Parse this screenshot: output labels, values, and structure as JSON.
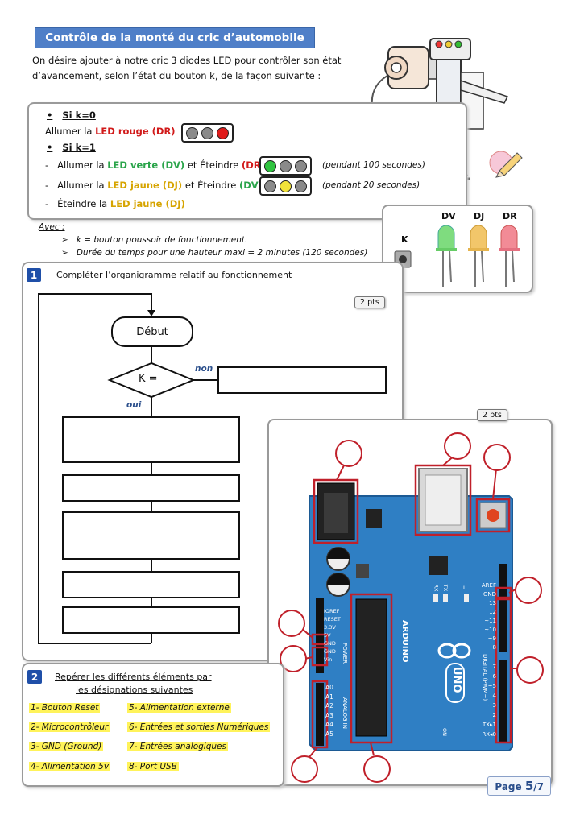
{
  "header": {
    "title": "Contrôle de la monté du cric d’automobile",
    "intro_line1": "On désire ajouter à notre cric 3 diodes LED pour contrôler son état",
    "intro_line2": "d’avancement, selon l’état du bouton k, de la façon suivante :"
  },
  "rules": {
    "case0": "Si k=0",
    "case0_action_a": "Allumer la ",
    "case0_action_b": "LED rouge (DR)",
    "case1": "Si k=1",
    "dash": "-",
    "line1_a": "Allumer la ",
    "line1_b": "LED verte (DV)",
    "line1_c": " et Éteindre ",
    "line1_d": "(DR)",
    "line1_note": "(pendant 100 secondes)",
    "line2_a": "Allumer la ",
    "line2_b": "LED jaune (DJ)",
    "line2_c": " et Éteindre ",
    "line2_d": "(DV)",
    "line2_note": "(pendant 20 secondes)",
    "line3_a": "Éteindre la ",
    "line3_b": "LED jaune (DJ)"
  },
  "led_card": {
    "k_label": "K",
    "dv_label": "DV",
    "dj_label": "DJ",
    "dr_label": "DR"
  },
  "avec": {
    "label": "Avec :",
    "bullet": "➢",
    "item1": "k = bouton poussoir de fonctionnement.",
    "item2": "Durée du temps pour une hauteur maxi = 2 minutes (120 secondes)"
  },
  "section1": {
    "number": "1",
    "heading": "Compléter l’organigramme relatif au fonctionnement",
    "points": "2 pts",
    "start_label": "Début",
    "decision_label": "K =",
    "no_label": "non",
    "yes_label": "oui"
  },
  "section2": {
    "number": "2",
    "heading_line1": "Repérer les différents éléments par",
    "heading_line2": "les désignations suivantes",
    "items_left": [
      "1- Bouton Reset",
      "2- Microcontrôleur",
      "3- GND (Ground)",
      "4- Alimentation  5v"
    ],
    "items_right": [
      "5-   Alimentation externe",
      "6-   Entrées et sorties Numériques",
      "7-   Entrées analogiques",
      "8-   Port USB"
    ]
  },
  "board": {
    "points": "2 pts",
    "brand": "ARDUINO",
    "model": "UNO",
    "digital_label": "DIGITAL (PWM~)",
    "analog_label": "ANALOG IN",
    "power_label": "POWER",
    "power_pins": [
      "IOREF",
      "RESET",
      "3.3V",
      "5V",
      "GND",
      "GND",
      "Vin"
    ],
    "analog_pins": [
      "A0",
      "A1",
      "A2",
      "A3",
      "A4",
      "A5"
    ],
    "top_pins": [
      "AREF",
      "GND",
      "13",
      "12",
      "~11",
      "~10",
      "~9",
      "8"
    ],
    "bottom_pins": [
      "7",
      "~6",
      "~5",
      "4",
      "~3",
      "2",
      "TX▸1",
      "RX◂0"
    ],
    "on_label": "ON",
    "rx_label": "RX",
    "tx_label": "TX",
    "l_label": "L"
  },
  "footer": {
    "page_word": "Page ",
    "page_num": "5",
    "page_total": "/7"
  },
  "colors": {
    "title_bg": "#4f7fc8",
    "board_blue": "#2f7fc4",
    "callout_red": "#c0202a",
    "highlight_yellow": "#fff35a"
  }
}
